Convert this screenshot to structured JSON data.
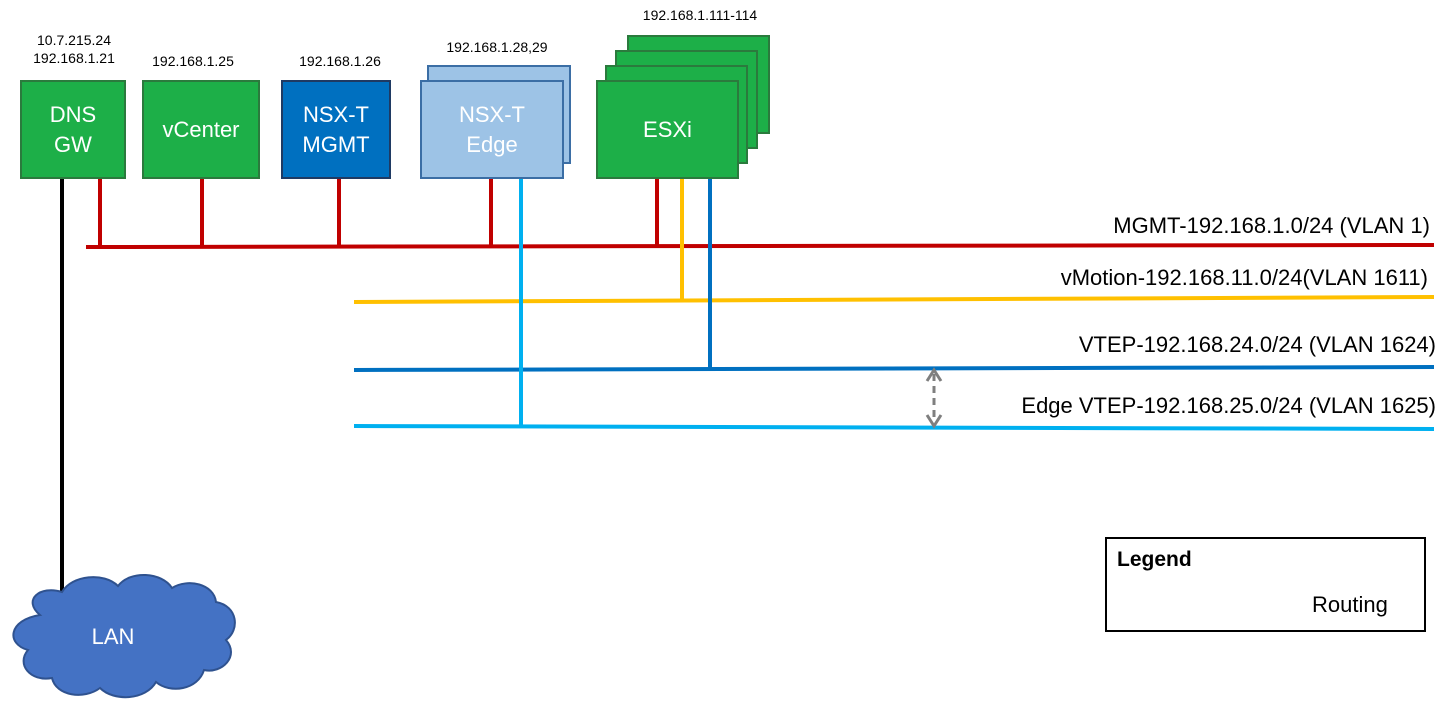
{
  "nodes": {
    "dns": {
      "ip_lines": [
        "10.7.215.24",
        "192.168.1.21"
      ],
      "label_lines": [
        "DNS",
        "GW"
      ]
    },
    "vcenter": {
      "ip_lines": [
        "192.168.1.25"
      ],
      "label_lines": [
        "vCenter"
      ]
    },
    "nsx_mgmt": {
      "ip_lines": [
        "192.168.1.26"
      ],
      "label_lines": [
        "NSX-T",
        "MGMT"
      ]
    },
    "nsx_edge": {
      "ip_lines": [
        "192.168.1.28,29"
      ],
      "label_lines": [
        "NSX-T",
        "Edge"
      ]
    },
    "esxi": {
      "ip_lines": [
        "192.168.1.111-114"
      ],
      "label_lines": [
        "ESXi"
      ]
    }
  },
  "networks": {
    "mgmt": {
      "label": "MGMT-192.168.1.0/24 (VLAN 1)",
      "color": "#c00000"
    },
    "vmotion": {
      "label": "vMotion-192.168.11.0/24(VLAN 1611)",
      "color": "#ffc000"
    },
    "vtep": {
      "label": "VTEP-192.168.24.0/24 (VLAN 1624)",
      "color": "#0070c0"
    },
    "edge_vtep": {
      "label": "Edge VTEP-192.168.25.0/24 (VLAN 1625)",
      "color": "#00b0f0"
    }
  },
  "lan": {
    "label": "LAN",
    "color": "#4472c4"
  },
  "legend": {
    "title": "Legend",
    "routing_label": "Routing"
  },
  "colors": {
    "green": "#1daf48",
    "nsx_mgmt_blue": "#0070c0",
    "nsx_edge_blue": "#9dc3e6",
    "routing_arrow": "#7f7f7f",
    "uplink": "#000000"
  }
}
